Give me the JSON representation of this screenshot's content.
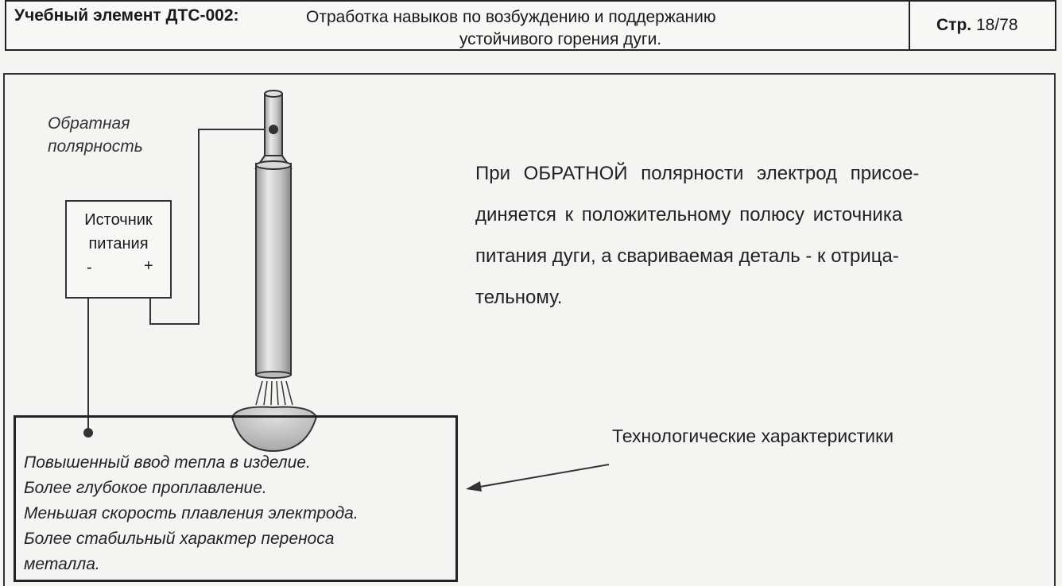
{
  "header": {
    "element_label": "Учебный элемент ДТС-002:",
    "title_line1": "Отработка навыков по возбуждению и поддержанию",
    "title_line2": "устойчивого горения дуги.",
    "page_prefix": "Стр.",
    "page_number": "18/78"
  },
  "diagram": {
    "polarity_line1": "Обратная",
    "polarity_line2": "полярность",
    "source_line1": "Источник",
    "source_line2": "питания",
    "minus": "-",
    "plus": "+"
  },
  "description": {
    "line1": "При ОБРАТНОЙ полярности электрод присое-",
    "line2": "диняется к положительному полюсу источника",
    "line3": "питания дуги, а свариваемая деталь - к отрица-",
    "line4": "тельному."
  },
  "characteristics": {
    "title": "Технологические характеристики",
    "items": [
      "Повышенный ввод тепла в изделие.",
      "Более глубокое проплавление.",
      "Меньшая скорость плавления электрода.",
      "Более стабильный характер переноса",
      "металла."
    ]
  },
  "colors": {
    "ink": "#222222",
    "paper": "#f4f4f2",
    "electrode": "#d2d2d2"
  }
}
